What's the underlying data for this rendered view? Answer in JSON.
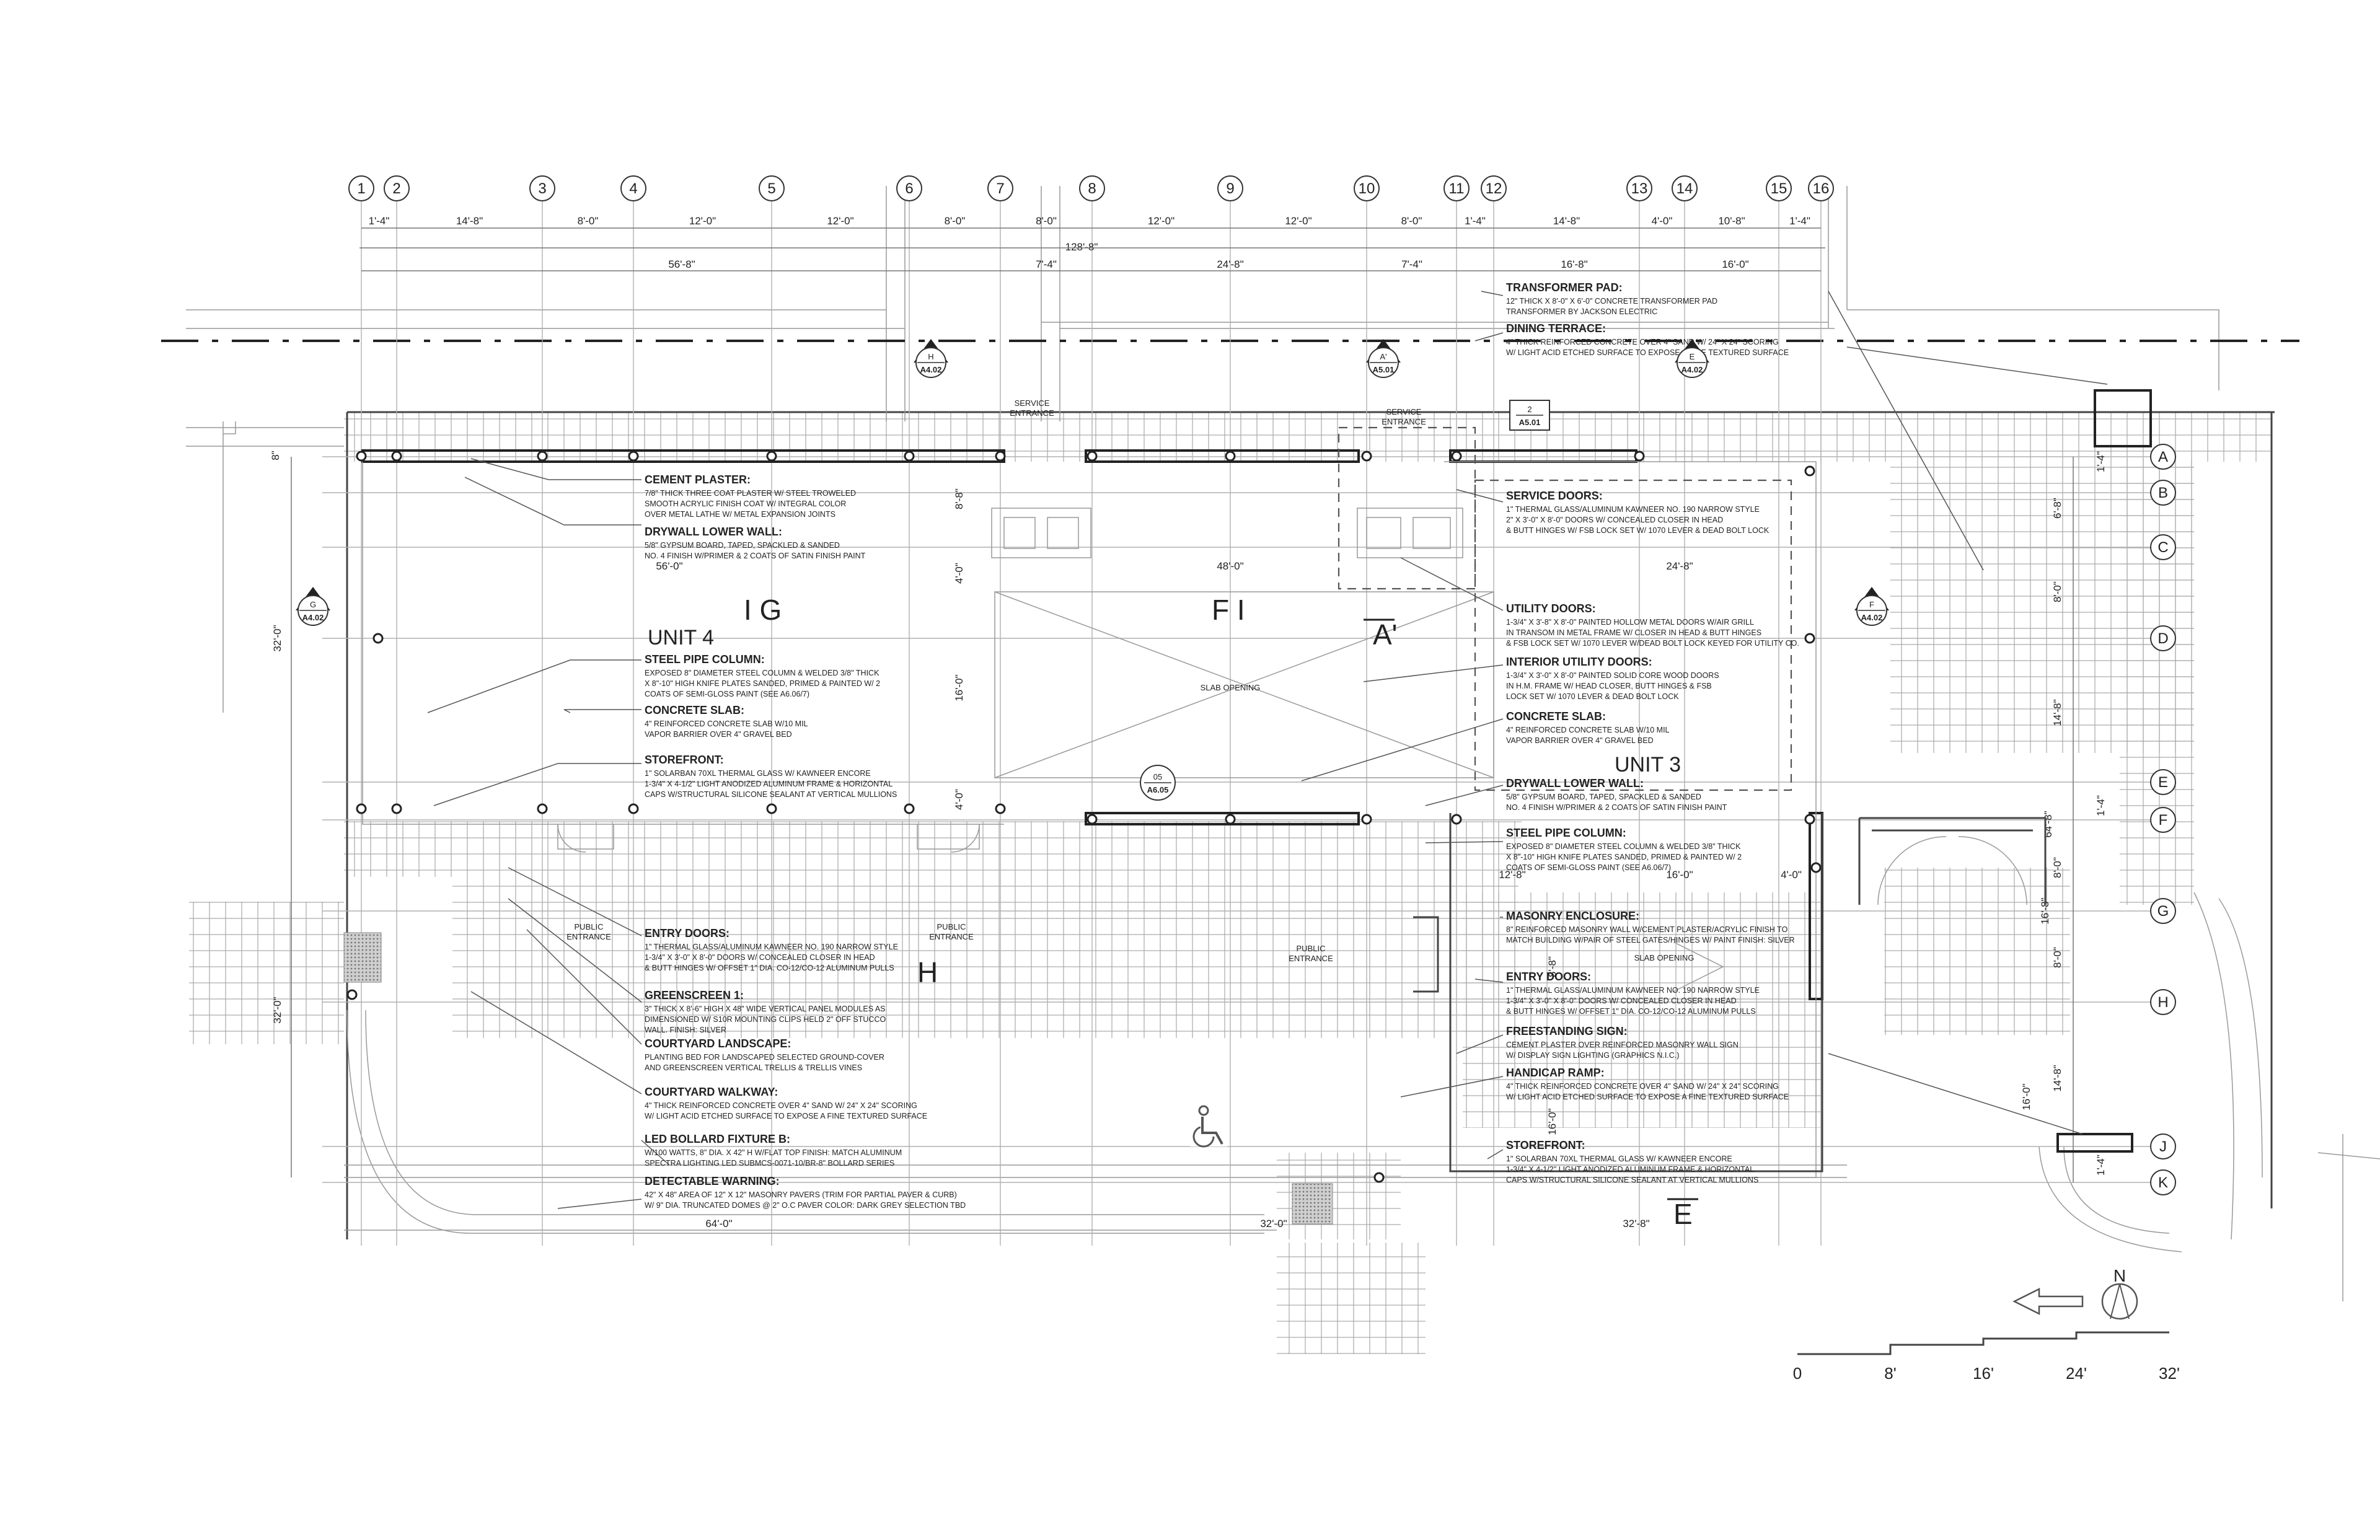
{
  "gridlines": {
    "columns": [
      "1",
      "2",
      "3",
      "4",
      "5",
      "6",
      "7",
      "8",
      "9",
      "10",
      "11",
      "12",
      "13",
      "14",
      "15",
      "16"
    ],
    "rows": [
      "A",
      "B",
      "C",
      "D",
      "E",
      "F",
      "G",
      "H",
      "J",
      "K"
    ]
  },
  "dimensions": {
    "top_row1": [
      "1'-4\"",
      "14'-8\"",
      "8'-0\"",
      "12'-0\"",
      "12'-0\"",
      "8'-0\"",
      "8'-0\"",
      "12'-0\"",
      "12'-0\"",
      "8'-0\"",
      "1'-4\"",
      "14'-8\"",
      "4'-0\"",
      "10'-8\"",
      "1'-4\""
    ],
    "overall": "128'-8\"",
    "top_row3": [
      "56'-8\"",
      "7'-4\"",
      "24'-8\"",
      "7'-4\"",
      "16'-8\"",
      "16'-0\""
    ],
    "right_side": [
      "1'-4\"",
      "6'-8\"",
      "8'-0\"",
      "14'-8\"",
      "1'-4\"",
      "64'-8\"",
      "8'-0\"",
      "16'-8\"",
      "8'-0\"",
      "14'-8\"",
      "16'-0\"",
      "1'-4\""
    ],
    "left_side": [
      "8\"",
      "32'-0\"",
      "32'-0\""
    ],
    "interior": [
      "8'-8\"",
      "4'-0\"",
      "16'-0\"",
      "4'-0\"",
      "56'-0\"",
      "48'-0\"",
      "24'-8\"",
      "12'-8\"",
      "16'-0\"",
      "4'-0\"",
      "8'-8\"",
      "16'-0\""
    ],
    "bottom": [
      "64'-0\"",
      "32'-0\"",
      "32'-8\""
    ]
  },
  "section_markers": [
    {
      "top": "H",
      "bottom": "A4.02"
    },
    {
      "top": "A'",
      "bottom": "A5.01"
    },
    {
      "top": "E",
      "bottom": "A4.02"
    },
    {
      "top": "G",
      "bottom": "A4.02"
    },
    {
      "top": "F",
      "bottom": "A4.02"
    },
    {
      "top": "2",
      "bottom": "A5.01"
    },
    {
      "top": "05",
      "bottom": "A6.05"
    }
  ],
  "rooms": {
    "unit4": "UNIT 4",
    "unit3": "UNIT 3",
    "slab_opening": "SLAB OPENING",
    "slab_opening2": "SLAB OPENING",
    "service_entrance": [
      "SERVICE",
      "ENTRANCE"
    ],
    "public_entrance": [
      "PUBLIC",
      "ENTRANCE"
    ]
  },
  "section_letters": [
    "I G",
    "F I",
    "A'",
    "H",
    "E"
  ],
  "notes_left": [
    {
      "title": "CEMENT PLASTER:",
      "lines": [
        "7/8\" THICK THREE COAT PLASTER W/ STEEL TROWELED",
        "SMOOTH ACRYLIC FINISH COAT W/ INTEGRAL COLOR",
        "OVER METAL LATHE W/ METAL EXPANSION JOINTS"
      ]
    },
    {
      "title": "DRYWALL LOWER WALL:",
      "lines": [
        "5/8\" GYPSUM BOARD, TAPED, SPACKLED & SANDED",
        "NO. 4 FINISH W/PRIMER & 2 COATS OF SATIN FINISH PAINT"
      ]
    },
    {
      "title": "STEEL PIPE COLUMN:",
      "lines": [
        "EXPOSED 8\" DIAMETER STEEL COLUMN & WELDED 3/8\" THICK",
        "X 8\"-10\" HIGH KNIFE PLATES SANDED, PRIMED & PAINTED W/ 2",
        "COATS OF SEMI-GLOSS PAINT (SEE A6.06/7)"
      ]
    },
    {
      "title": "CONCRETE SLAB:",
      "lines": [
        "4\" REINFORCED CONCRETE SLAB W/10 MIL",
        "VAPOR BARRIER OVER 4\" GRAVEL BED"
      ]
    },
    {
      "title": "STOREFRONT:",
      "lines": [
        "1\" SOLARBAN 70XL THERMAL GLASS W/ KAWNEER ENCORE",
        "1-3/4\" X 4-1/2\" LIGHT ANODIZED ALUMINUM FRAME & HORIZONTAL",
        "CAPS W/STRUCTURAL SILICONE SEALANT AT VERTICAL MULLIONS"
      ]
    }
  ],
  "notes_bottom": [
    {
      "title": "ENTRY DOORS:",
      "lines": [
        "1\" THERMAL GLASS/ALUMINUM KAWNEER NO. 190 NARROW STYLE",
        "1-3/4\" X 3'-0\" X 8'-0\" DOORS W/ CONCEALED CLOSER IN HEAD",
        "& BUTT HINGES W/ OFFSET 1\" DIA. CO-12/CO-12 ALUMINUM PULLS"
      ]
    },
    {
      "title": "GREENSCREEN 1:",
      "lines": [
        "3\" THICK X 8'-6\" HIGH X 48\" WIDE VERTICAL PANEL MODULES AS",
        "DIMENSIONED W/ S10R MOUNTING CLIPS HELD 2\" OFF STUCCO",
        "WALL. FINISH: SILVER"
      ]
    },
    {
      "title": "COURTYARD LANDSCAPE:",
      "lines": [
        "PLANTING BED FOR LANDSCAPED SELECTED GROUND-COVER",
        "AND GREENSCREEN VERTICAL TRELLIS & TRELLIS VINES"
      ]
    },
    {
      "title": "COURTYARD WALKWAY:",
      "lines": [
        "4\" THICK REINFORCED CONCRETE OVER 4\" SAND W/ 24\" X 24\" SCORING",
        "W/ LIGHT ACID ETCHED SURFACE TO EXPOSE A FINE TEXTURED SURFACE"
      ]
    },
    {
      "title": "LED BOLLARD FIXTURE B:",
      "lines": [
        "W/100 WATTS, 8\" DIA. X 42\" H W/FLAT TOP FINISH: MATCH ALUMINUM",
        "SPECTRA LIGHTING LED SUBMCS-0071-10/BR-8\" BOLLARD SERIES"
      ]
    },
    {
      "title": "DETECTABLE WARNING:",
      "lines": [
        "42\" X 48\" AREA OF 12\" X 12\" MASONRY PAVERS (TRIM FOR PARTIAL PAVER & CURB)",
        "W/ 9\" DIA. TRUNCATED DOMES @ 2\" O.C PAVER COLOR: DARK GREY SELECTION TBD"
      ]
    }
  ],
  "notes_right": [
    {
      "title": "TRANSFORMER PAD:",
      "lines": [
        "12\" THICK X 8'-0\" X 6'-0\" CONCRETE TRANSFORMER PAD",
        "TRANSFORMER BY JACKSON ELECTRIC"
      ]
    },
    {
      "title": "DINING TERRACE:",
      "lines": [
        "4\" THICK REINFORCED CONCRETE OVER 4\" SAND W/ 24\" X 24\" SCORING",
        "W/ LIGHT ACID ETCHED SURFACE TO EXPOSE A FINE TEXTURED SURFACE"
      ]
    },
    {
      "title": "SERVICE DOORS:",
      "lines": [
        "1\" THERMAL GLASS/ALUMINUM KAWNEER NO. 190 NARROW STYLE",
        "2\" X 3'-0\" X 8'-0\" DOORS W/ CONCEALED CLOSER IN HEAD",
        "& BUTT HINGES W/ FSB LOCK SET W/ 1070 LEVER & DEAD BOLT LOCK"
      ]
    },
    {
      "title": "UTILITY DOORS:",
      "lines": [
        "1-3/4\" X 3'-8\" X 8'-0\" PAINTED HOLLOW METAL DOORS W/AIR GRILL",
        "IN TRANSOM IN METAL FRAME W/ CLOSER IN HEAD & BUTT HINGES",
        "& FSB LOCK SET W/ 1070 LEVER W/DEAD BOLT LOCK KEYED FOR UTILITY CO."
      ]
    },
    {
      "title": "INTERIOR UTILITY DOORS:",
      "lines": [
        "1-3/4\" X 3'-0\" X 8'-0\" PAINTED SOLID CORE WOOD DOORS",
        "IN H.M. FRAME W/ HEAD CLOSER, BUTT HINGES & FSB",
        "LOCK SET W/ 1070 LEVER & DEAD BOLT LOCK"
      ]
    },
    {
      "title": "CONCRETE SLAB:",
      "lines": [
        "4\" REINFORCED CONCRETE SLAB W/10 MIL",
        "VAPOR BARRIER OVER 4\" GRAVEL BED"
      ]
    },
    {
      "title": "DRYWALL LOWER WALL:",
      "lines": [
        "5/8\" GYPSUM BOARD, TAPED, SPACKLED & SANDED",
        "NO. 4 FINISH W/PRIMER & 2 COATS OF SATIN FINISH PAINT"
      ]
    },
    {
      "title": "STEEL PIPE COLUMN:",
      "lines": [
        "EXPOSED 8\" DIAMETER STEEL COLUMN & WELDED 3/8\" THICK",
        "X 8\"-10\" HIGH KNIFE PLATES SANDED, PRIMED & PAINTED W/ 2",
        "COATS OF SEMI-GLOSS PAINT (SEE A6.06/7)"
      ]
    },
    {
      "title": "MASONRY ENCLOSURE:",
      "lines": [
        "8\" REINFORCED MASONRY WALL W/CEMENT PLASTER/ACRYLIC FINISH TO",
        "MATCH BUILDING W/PAIR OF STEEL GATES/HINGES W/ PAINT FINISH: SILVER"
      ]
    },
    {
      "title": "ENTRY DOORS:",
      "lines": [
        "1\" THERMAL GLASS/ALUMINUM KAWNEER NO. 190 NARROW STYLE",
        "1-3/4\" X 3'-0\" X 8'-0\" DOORS W/ CONCEALED CLOSER IN HEAD",
        "& BUTT HINGES W/ OFFSET 1\" DIA. CO-12/CO-12 ALUMINUM PULLS"
      ]
    },
    {
      "title": "FREESTANDING SIGN:",
      "lines": [
        "CEMENT PLASTER OVER REINFORCED MASONRY WALL SIGN",
        "W/ DISPLAY SIGN LIGHTING (GRAPHICS N.I.C.)"
      ]
    },
    {
      "title": "HANDICAP RAMP:",
      "lines": [
        "4\" THICK REINFORCED CONCRETE OVER 4\" SAND W/ 24\" X 24\" SCORING",
        "W/ LIGHT ACID ETCHED SURFACE TO EXPOSE A FINE TEXTURED SURFACE"
      ]
    },
    {
      "title": "STOREFRONT:",
      "lines": [
        "1\" SOLARBAN 70XL THERMAL GLASS W/ KAWNEER ENCORE",
        "1-3/4\" X 4-1/2\" LIGHT ANODIZED ALUMINUM FRAME & HORIZONTAL",
        "CAPS W/STRUCTURAL SILICONE SEALANT AT VERTICAL MULLIONS"
      ]
    }
  ],
  "north": {
    "label": "N"
  },
  "scale": {
    "labels": [
      "0",
      "8'",
      "16'",
      "24'",
      "32'"
    ]
  },
  "colors": {
    "ink": "#222222",
    "grid": "#b0b0b0",
    "hatch": "#9a9a9a"
  }
}
